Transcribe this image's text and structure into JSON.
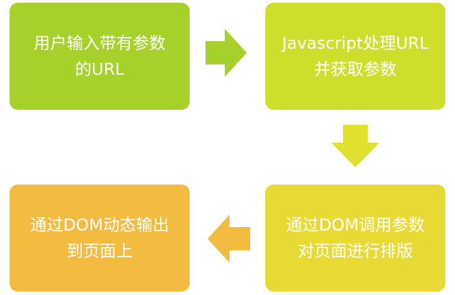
{
  "steps": [
    {
      "lines": [
        "用户输入带有参数",
        "的URL"
      ],
      "color": "#a6d12a"
    },
    {
      "lines": [
        "Javascript处理URL",
        "并获取参数"
      ],
      "color": "#cfde2b"
    },
    {
      "lines": [
        "通过DOM调用参数",
        "对页面进行排版"
      ],
      "color": "#e8d934"
    },
    {
      "lines": [
        "通过DOM动态输出",
        "到页面上"
      ],
      "color": "#f4bb41"
    }
  ],
  "arrows": [
    {
      "icon": "arrow-right-icon",
      "color": "#a6d12a"
    },
    {
      "icon": "arrow-down-icon",
      "color": "#dfe12e"
    },
    {
      "icon": "arrow-left-icon",
      "color": "#f4bb41"
    }
  ]
}
